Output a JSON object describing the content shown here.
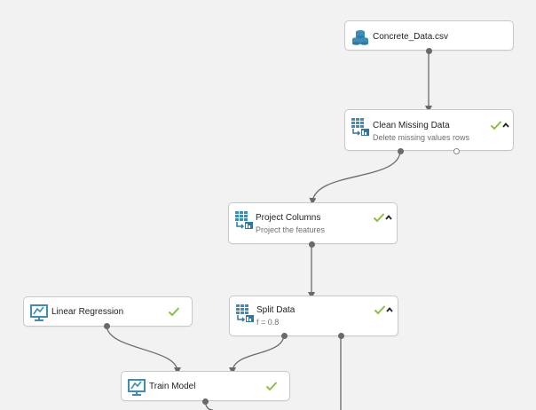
{
  "canvas": {
    "modules": {
      "concrete": {
        "title": "Concrete_Data.csv",
        "icon": "dataset-icon"
      },
      "clean": {
        "title": "Clean Missing Data",
        "subtitle": "Delete missing values rows",
        "icon": "transform-icon",
        "status": "complete"
      },
      "project": {
        "title": "Project Columns",
        "subtitle": "Project the features",
        "icon": "transform-icon",
        "status": "complete"
      },
      "split": {
        "title": "Split Data",
        "subtitle": "f = 0.8",
        "icon": "transform-icon",
        "status": "complete"
      },
      "linreg": {
        "title": "Linear Regression",
        "icon": "model-icon",
        "status": "complete"
      },
      "train": {
        "title": "Train Model",
        "icon": "model-icon",
        "status": "complete"
      }
    }
  },
  "colors": {
    "canvas_bg": "#f2f2f2",
    "icon_blue": "#3c8dbc",
    "check_green": "#8cbf3f",
    "wire": "#6a6a6a"
  }
}
